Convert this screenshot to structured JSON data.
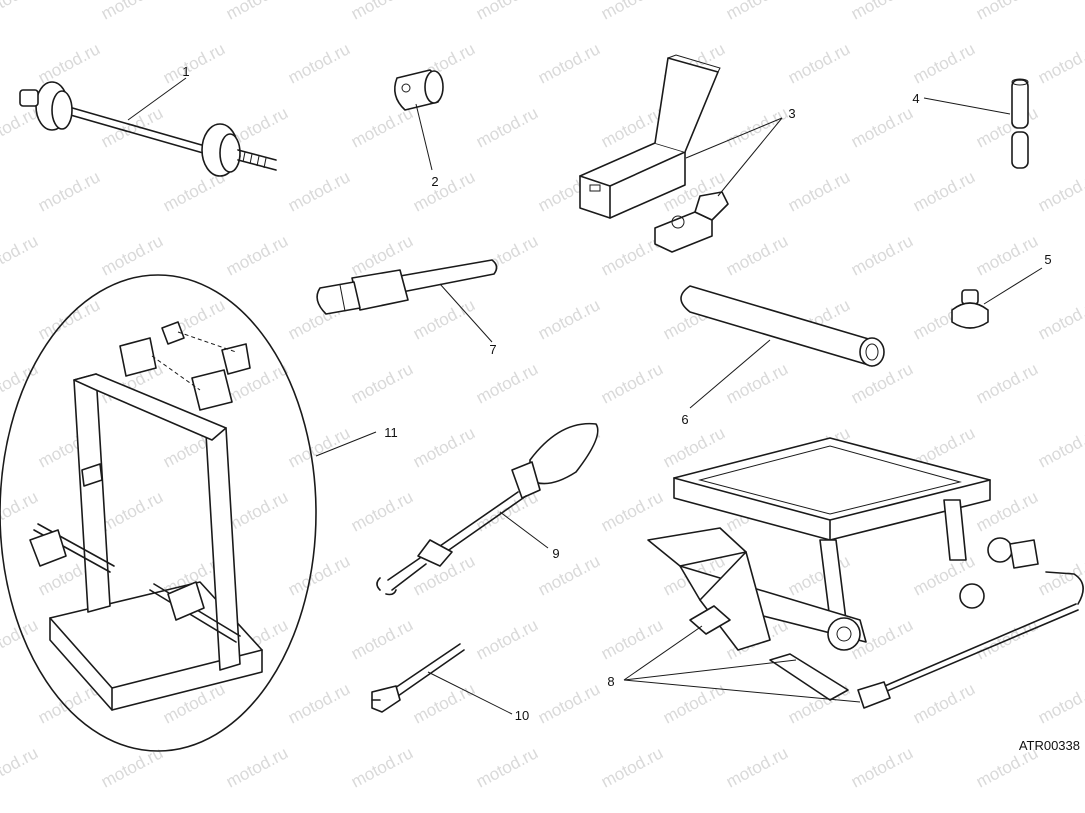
{
  "watermark": "motod.ru",
  "drawing_code": "ATR00338",
  "callouts": [
    "1",
    "2",
    "3",
    "4",
    "5",
    "6",
    "7",
    "8",
    "9",
    "10",
    "11"
  ]
}
